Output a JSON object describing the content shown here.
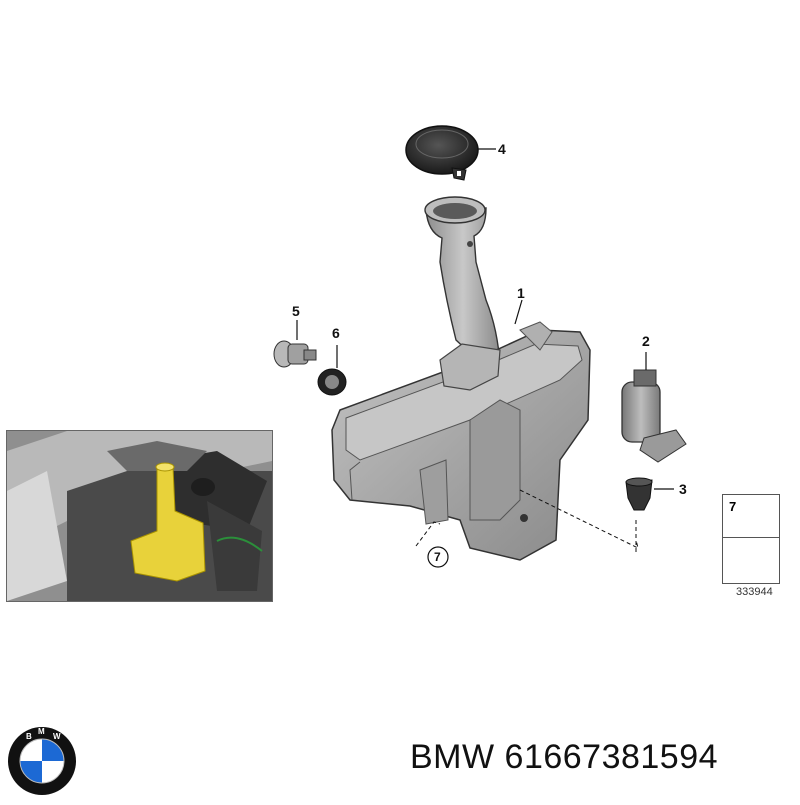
{
  "diagram": {
    "callouts": [
      {
        "id": "1",
        "label": "1"
      },
      {
        "id": "2",
        "label": "2"
      },
      {
        "id": "3",
        "label": "3"
      },
      {
        "id": "4",
        "label": "4"
      },
      {
        "id": "5",
        "label": "5"
      },
      {
        "id": "6",
        "label": "6"
      },
      {
        "id": "7",
        "label": "7"
      }
    ],
    "legend": {
      "label": "7"
    },
    "ref_number": "333944"
  },
  "brand": {
    "caption": "BMW 61667381594",
    "logo_letters": "BMW",
    "colors": {
      "blue": "#1c69d4",
      "black": "#111111"
    }
  },
  "colors": {
    "tank": "#a9a9a9",
    "highlight": "#e8d23a"
  }
}
